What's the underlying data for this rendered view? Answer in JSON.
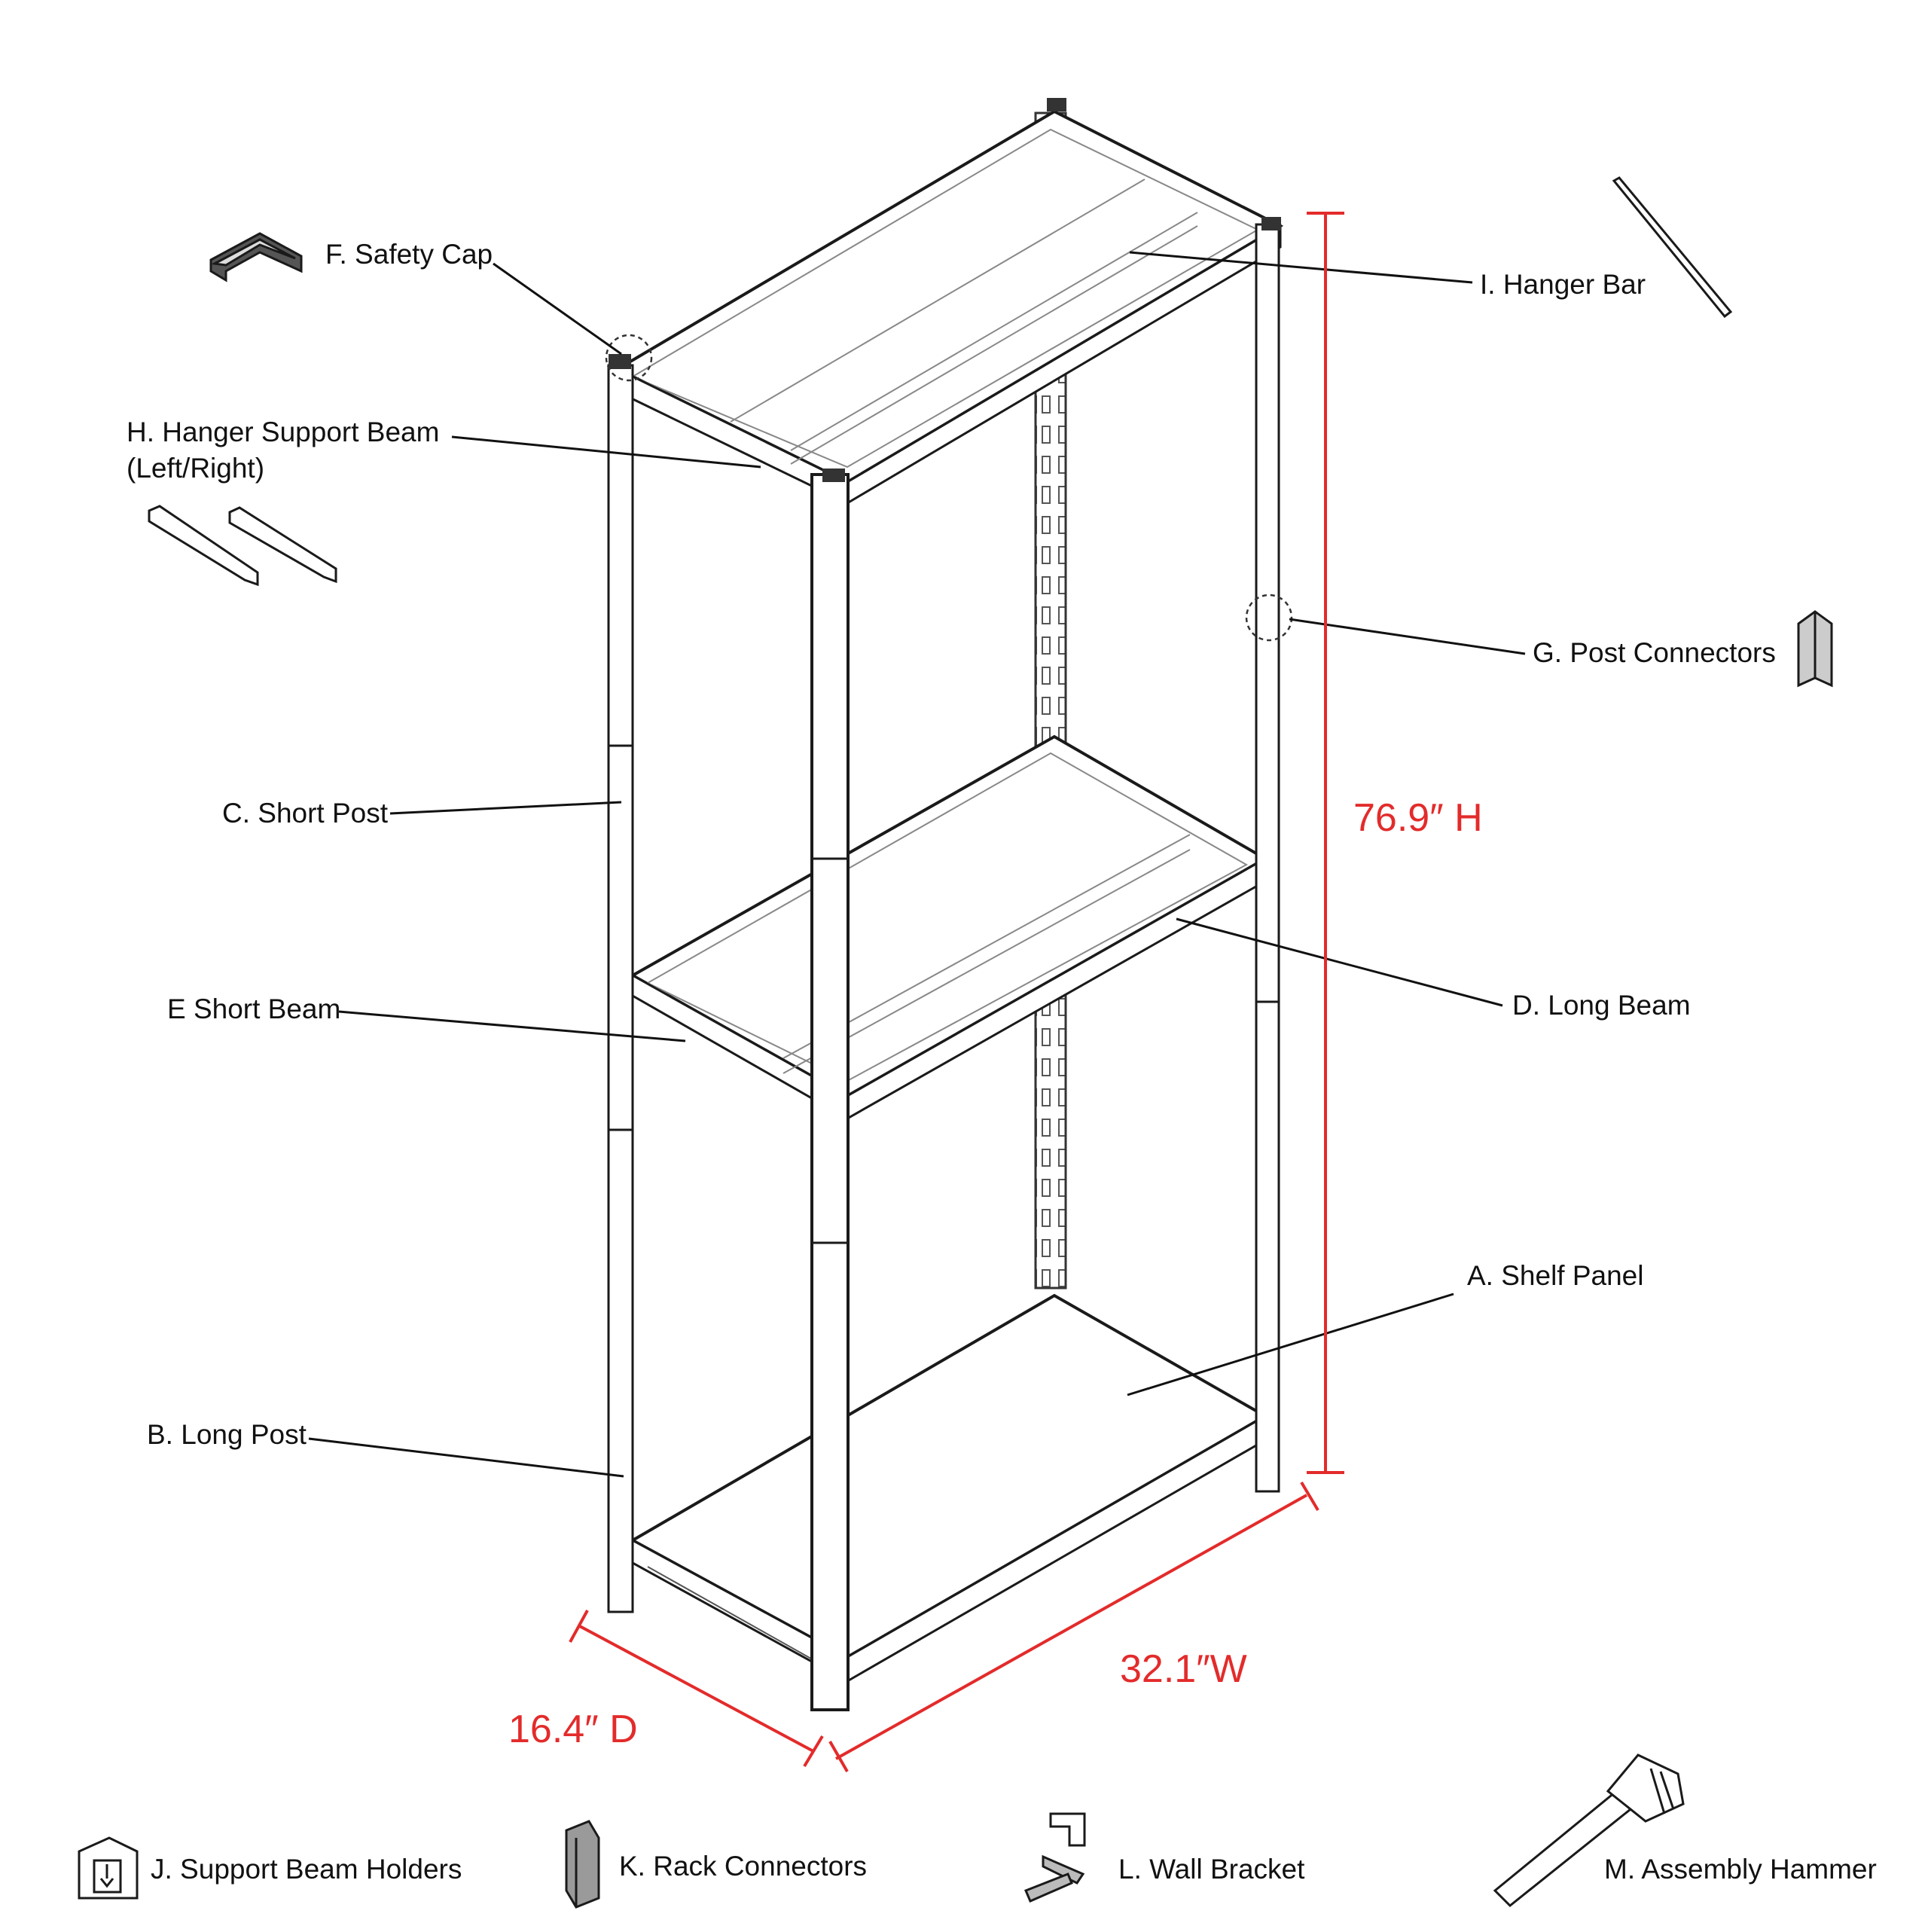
{
  "diagram": {
    "colors": {
      "line": "#1a1a1a",
      "dimension": "#e32b2b",
      "leader": "#111111",
      "part_fill": "#9a9a9a"
    },
    "labels": {
      "safety_cap": "F. Safety Cap",
      "hanger_bar": "I. Hanger Bar",
      "hanger_support_beam": "H. Hanger Support Beam",
      "hanger_support_beam_sub": "(Left/Right)",
      "post_connectors": "G. Post Connectors",
      "short_post": "C. Short Post",
      "short_beam": "E Short Beam",
      "long_beam": "D. Long Beam",
      "shelf_panel": "A. Shelf Panel",
      "long_post": "B. Long Post",
      "support_beam_holders": "J. Support Beam Holders",
      "rack_connectors": "K. Rack Connectors",
      "wall_bracket": "L. Wall Bracket",
      "assembly_hammer": "M. Assembly Hammer"
    },
    "dimensions": {
      "height": "76.9″ H",
      "width": "32.1″W",
      "depth": "16.4″ D"
    }
  }
}
